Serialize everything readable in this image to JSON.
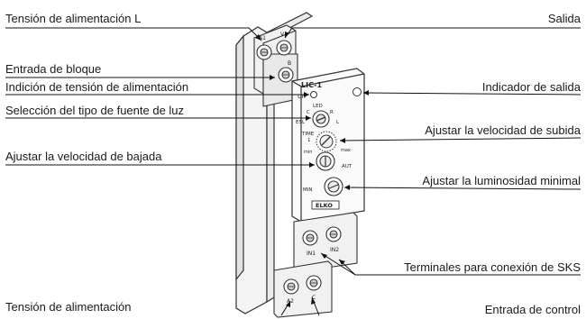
{
  "labels": {
    "supply_l": "Tensión de alimentación L",
    "output": "Salida",
    "block_input": "Entrada de bloque",
    "supply_indication": "Indición de tensión de alimentación",
    "light_source_select": "Selección del tipo de fuente de luz",
    "output_indicator": "Indicador de salida",
    "rise_speed": "Ajustar la velocidad de subida",
    "fall_speed": "Ajustar la velocidad de bajada",
    "min_brightness": "Ajustar la luminosidad minimal",
    "sks_terminals": "Terminales para conexión de SKS",
    "supply": "Tensión de alimentación",
    "control_input": "Entrada de control"
  },
  "device": {
    "model": "LIC-1",
    "led_label": "Un",
    "switch_label": "LED",
    "switch_c": "C",
    "switch_r": "R",
    "switch_esl": "ESL",
    "switch_l": "L",
    "time_label": "TIME",
    "time_1": "1",
    "time_min": "min",
    "time_max": "max",
    "aut_label": "AUT",
    "min_label": "MIN",
    "brand": "ELKO",
    "term_a1": "A1",
    "term_v": "V",
    "term_b": "B",
    "term_in1": "IN1",
    "term_in2": "IN2",
    "term_a2": "A2",
    "term_c": "C"
  }
}
